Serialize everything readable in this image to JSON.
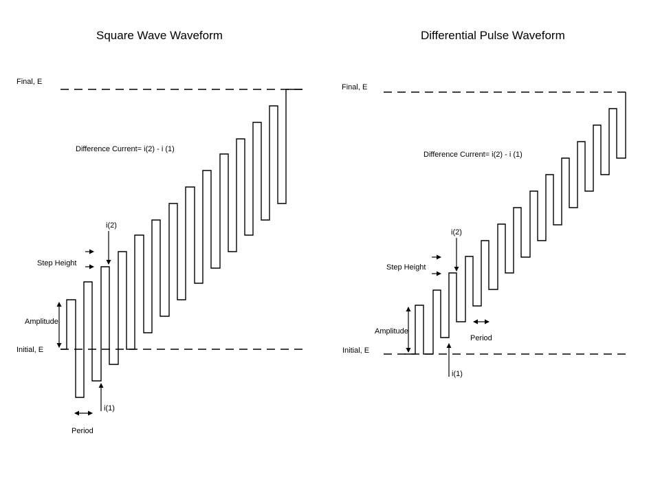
{
  "left_panel": {
    "title": "Square Wave Waveform",
    "final_label": "Final, E",
    "initial_label": "Initial, E",
    "difference_label": "Difference Current= i(2) - i (1)",
    "step_height_label": "Step Height",
    "amplitude_label": "Amplitude",
    "i2_label": "i(2)",
    "i1_label": "i(1)",
    "period_label": "Period"
  },
  "right_panel": {
    "title": "Differential Pulse Waveform",
    "final_label": "Final, E",
    "initial_label": "Initial, E",
    "difference_label": "Difference Current= i(2) - i (1)",
    "step_height_label": "Step Height",
    "amplitude_label": "Amplitude",
    "i2_label": "i(2)",
    "i1_label": "i(1)",
    "period_label": "Period"
  },
  "colors": {
    "line": "#000000",
    "background": "#ffffff"
  }
}
